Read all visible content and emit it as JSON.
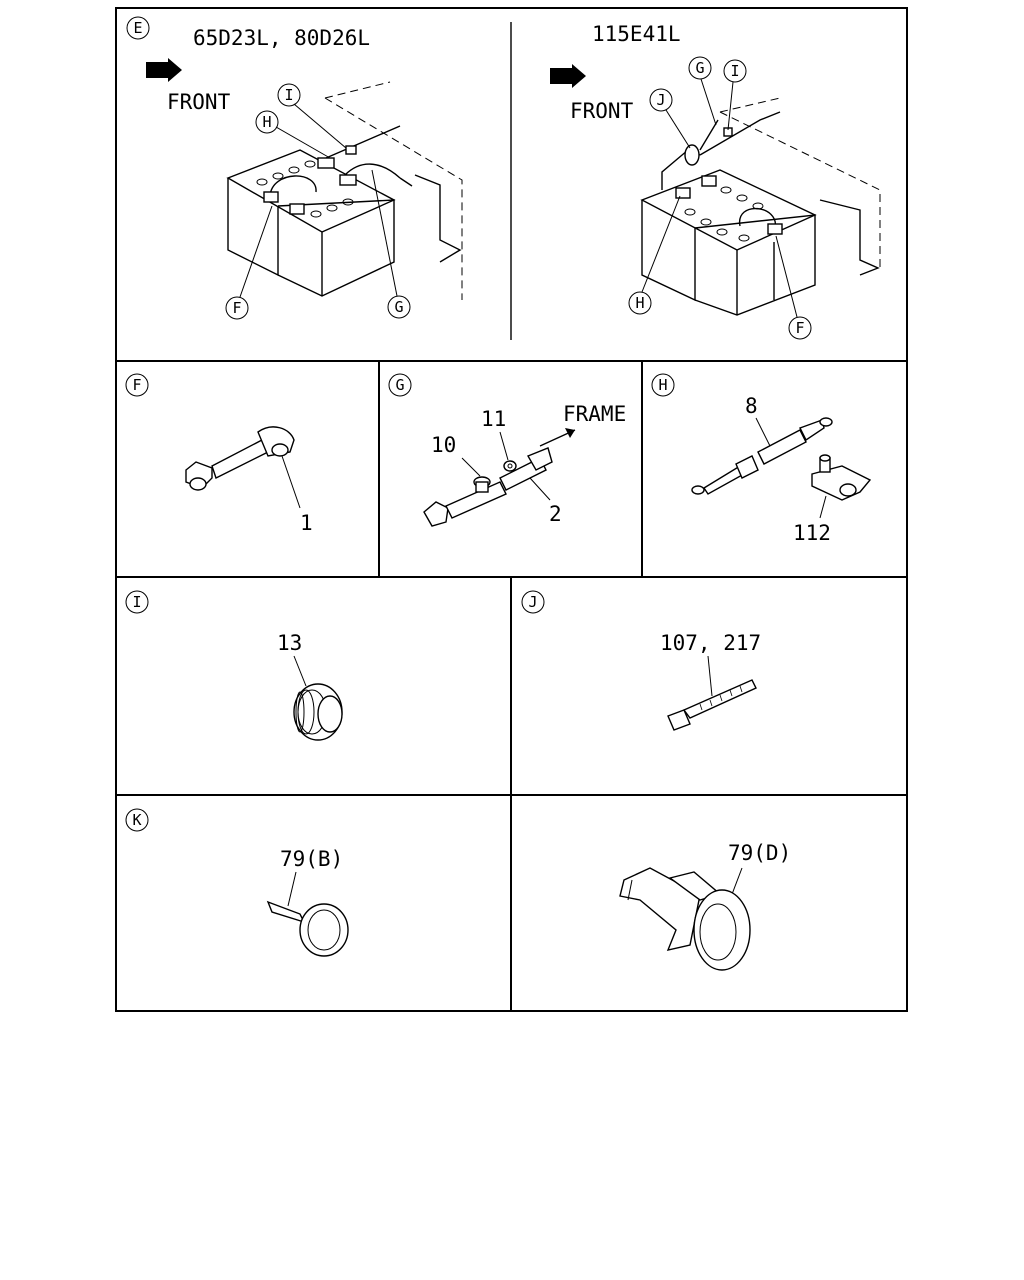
{
  "panel_e": {
    "ref": "E",
    "left_title": "65D23L, 80D26L",
    "right_title": "115E41L",
    "front_label": "FRONT",
    "callouts_left": [
      "I",
      "H",
      "F",
      "G"
    ],
    "callouts_right": [
      "G",
      "I",
      "J",
      "H",
      "F"
    ]
  },
  "panel_f": {
    "ref": "F",
    "parts": [
      "1"
    ]
  },
  "panel_g": {
    "ref": "G",
    "parts": [
      "10",
      "11",
      "2"
    ],
    "frame_label": "FRAME"
  },
  "panel_h": {
    "ref": "H",
    "parts": [
      "8",
      "112"
    ]
  },
  "panel_i": {
    "ref": "I",
    "parts": [
      "13"
    ]
  },
  "panel_j": {
    "ref": "J",
    "parts": [
      "107, 217"
    ]
  },
  "panel_k": {
    "ref": "K",
    "parts": [
      "79(B)"
    ]
  },
  "panel_l": {
    "parts": [
      "79(D)"
    ]
  }
}
